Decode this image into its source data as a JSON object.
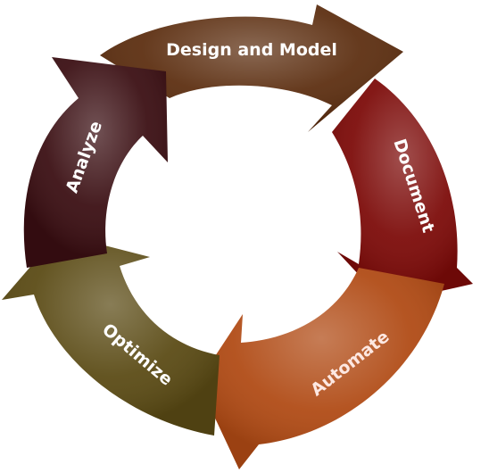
{
  "cycle": {
    "stages": [
      {
        "label": "Design and Model",
        "color": "#5c2e10",
        "highlight": "#8a4a22"
      },
      {
        "label": "Document",
        "color": "#7c0a08",
        "highlight": "#b5261e"
      },
      {
        "label": "Automate",
        "color": "#b04a14",
        "highlight": "#dc7a3a"
      },
      {
        "label": "Optimize",
        "color": "#5a4a14",
        "highlight": "#8a7a34"
      },
      {
        "label": "Analyze",
        "color": "#3a0e12",
        "highlight": "#6a2a30"
      }
    ]
  }
}
